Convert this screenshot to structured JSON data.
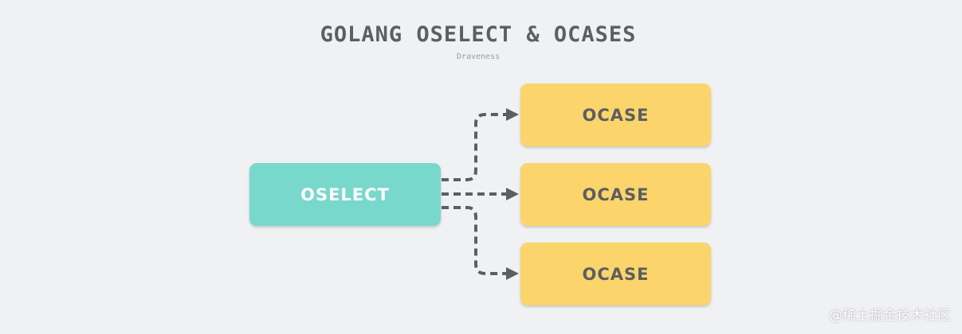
{
  "title": "GOLANG OSELECT & OCASES",
  "subtitle": "Draveness",
  "nodes": {
    "oselect": "OSELECT",
    "cases": [
      "OCASE",
      "OCASE",
      "OCASE"
    ]
  },
  "colors": {
    "background": "#f0f1f3",
    "oselect": "#79d8cc",
    "ocase": "#fbd56b",
    "arrow": "#5d5e62",
    "text": "#5d5e62"
  },
  "watermark": "@稀土掘金技术社区"
}
